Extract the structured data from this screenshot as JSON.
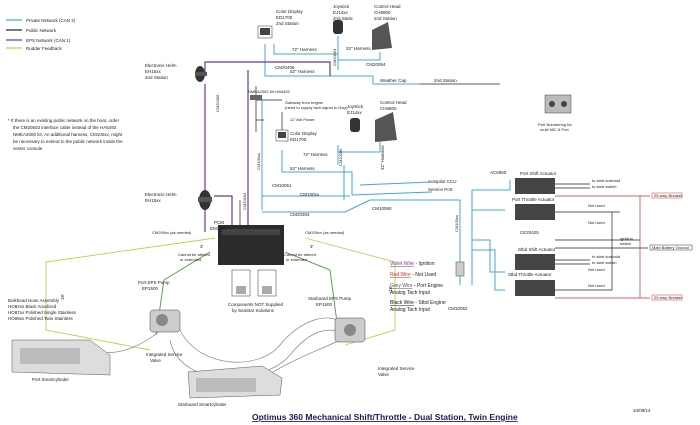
{
  "legend": [
    {
      "label": "Private Network (CAN 2)",
      "color": "#3fa9d6"
    },
    {
      "label": "Public Network",
      "color": "#222222"
    },
    {
      "label": "EPS Network (CAN 1)",
      "color": "#6b3a8c"
    },
    {
      "label": "Rudder Feedback",
      "color": "#c9cc52"
    }
  ],
  "note": [
    "* If there is an existing public network on the boat, order",
    "the CM20503 interface cable instead of the HA5492",
    "NMEA2000 kit. An additional harness, CM100xx, might",
    "be necessary to extend to the public network inside the",
    "center console."
  ],
  "components": {
    "display_top": [
      "Color Display",
      "ED1700",
      "2nd Station"
    ],
    "joystick_top": [
      "Joystick",
      "EJ14xx",
      "2nd Static"
    ],
    "control_head_top": [
      "Control Head",
      "CH6800",
      "2nd Station"
    ],
    "helm_top": [
      "Electronic Helm",
      "EH15xx",
      "2nd Station"
    ],
    "joystick_mid": [
      "Joystick",
      "EJ14xx"
    ],
    "control_head_mid": [
      "Control Head",
      "CH6800"
    ],
    "display_mid": [
      "Color Display",
      "ED1700"
    ],
    "helm_main": [
      "Electronic Helm",
      "EH15xx"
    ],
    "pcm": [
      "PCM",
      "EM1100"
    ],
    "port_pump": [
      "Port EPS Pump",
      "EP1500"
    ],
    "stbd_pump": [
      "Starboard EPS Pump",
      "EP1500"
    ],
    "bulkhead": [
      "Bulkhead Hose Assembly",
      "HO82xx  Black Anodized",
      "HO87xx  Polished Single Stainless",
      "HO89xx  Polished Twin Stainless"
    ],
    "port_cyl": "Port Smartcylinder",
    "stbd_cyl": "Starboard Smartcylinder",
    "valve_port": [
      "Integrated Service",
      "Valve"
    ],
    "valve_stbd": [
      "Integrated Service",
      "Valve"
    ],
    "not_supplied": [
      "Components NOT Supplied",
      "by SeaStar Solutions"
    ],
    "port_numbering": [
      "Port Numbering for",
      "multi MIC 6 Port"
    ]
  },
  "cables": {
    "harness72_top": "72\" Harness",
    "harness32_top": "32\" Harness",
    "harness52_top": "52\" Harness",
    "cm20406_top": "CM20406",
    "cm20064": "CM20064",
    "weather_cap": "Weather Cap",
    "second_station_right": "2nd Station",
    "cm20406_vert": "CM20406",
    "cm20064_vert": "CM20064",
    "nmea_kit": "NMEA2000 Kit HA5492",
    "gateway": "Gateway from engine",
    "gateway_sub": "(need to supply tach signal to Gwy)",
    "power12v": "12 Volt Power",
    "harness72_mid": "72\" Harness",
    "harness32_mid": "32\" Harness",
    "harness52_mid": "52\" Harness",
    "cm10006": "CM10006",
    "cm100xx_vert1": "CM100xx",
    "cm100xx_vert2": "CM100xx",
    "cm100xx_right": "CM100xx",
    "cm20304_vert": "CM20304",
    "cm10051": "CM10051",
    "cm100xx_mid": "CM100xx",
    "cm20304": "CM20304",
    "cm10060": "CM10060",
    "autopilot": "Autopilot CCU",
    "service_port": "Service Port",
    "cm209xx_left": "CM209xx  (as needed)",
    "cm209xx_right": "CM209xx  (as needed)",
    "three_ft_left": "3'",
    "three_ft_right": "3'",
    "cannot_left": [
      "Cannot be altered",
      "or extended"
    ],
    "cannot_right": [
      "Cannot be altered",
      "or extended"
    ],
    "eighteen_left": "18'",
    "eighteen_right": "18'",
    "cm10052": "CM10052",
    "cm100xx_pump": "CM100xx"
  },
  "wires": [
    {
      "color_word": "Violet Wire",
      "desc": " - Ignition"
    },
    {
      "color_word": "Red Wire",
      "desc": " - Not Used"
    },
    {
      "color_word": "Grey Wire",
      "desc": " - Port Engine"
    },
    {
      "color_word": "",
      "desc": "Analog Tach Input"
    },
    {
      "color_word": "Black Wire",
      "desc": " - Stbd Engine"
    },
    {
      "color_word": "",
      "desc": "Analog Tach Input"
    }
  ],
  "actuators": {
    "ac6850": "AC6850",
    "port_shift": "Port Shift Actuator",
    "port_throttle": "Port Throttle Actuator",
    "ce20425": "CE20425",
    "stbd_shift": "Stbd Shift Actuator",
    "stbd_throttle": "Stbd Throttle Actuator",
    "solenoid1": "to start solenoid",
    "switch1": "to start switch",
    "solenoid2": "to start solenoid",
    "switch2": "to start switch",
    "not_used": [
      "Not Used",
      "Not Used",
      "Not Used",
      "Not Used"
    ],
    "fuse1": "25 amp Breaker",
    "fuse2": "25 amp Breaker",
    "ignition": [
      "Ignition",
      "switch"
    ],
    "battery": "Main Battery Ground"
  },
  "title": "Optimus 360 Mechanical Shift/Throttle - Dual Station, Twin Engine",
  "date": "10/09/14"
}
